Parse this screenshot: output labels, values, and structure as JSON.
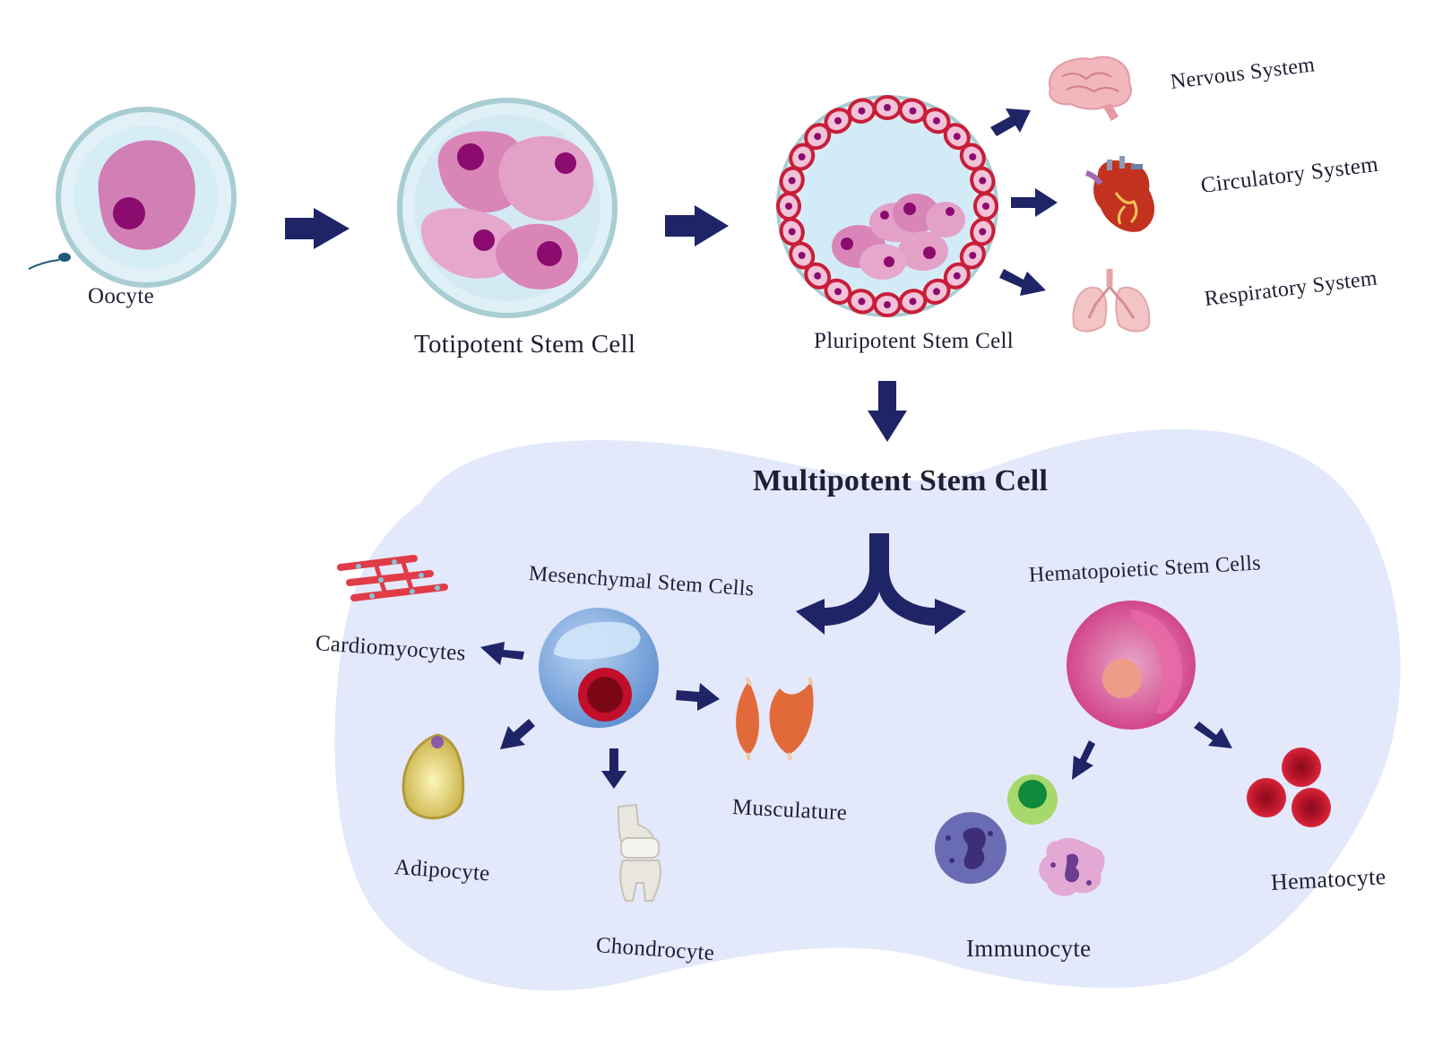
{
  "labels": {
    "oocyte": "Oocyte",
    "totipotent": "Totipotent Stem Cell",
    "pluripotent": "Pluripotent Stem Cell",
    "nervous": "Nervous System",
    "circulatory": "Circulatory System",
    "respiratory": "Respiratory System",
    "multipotent": "Multipotent Stem Cell",
    "mesenchymal": "Mesenchymal Stem Cells",
    "hematopoietic": "Hematopoietic Stem Cells",
    "cardiomyocytes": "Cardiomyocytes",
    "musculature": "Musculature",
    "adipocyte": "Adipocyte",
    "chondrocyte": "Chondrocyte",
    "immunocyte": "Immunocyte",
    "hematocyte": "Hematocyte"
  },
  "icons": [
    "oocyte-cell-icon",
    "sperm-icon",
    "totipotent-cell-icon",
    "pluripotent-blastocyst-icon",
    "brain-icon",
    "heart-icon",
    "lungs-icon",
    "mesenchymal-cell-icon",
    "hematopoietic-cell-icon",
    "cardiomyocyte-icon",
    "muscle-icon",
    "adipocyte-icon",
    "knee-joint-icon",
    "lymphocyte-icon",
    "monocyte-icon",
    "neutrophil-icon",
    "red-blood-cell-icon"
  ],
  "colors": {
    "arrow": "#1e2466",
    "background_blob": "#e3e8fb",
    "cell_membrane": "#a8cdd2",
    "cytoplasm_pink": "#d97fb3",
    "nucleus": "#8c0b6f",
    "blastocyst_red": "#c81e3a",
    "text": "#1f1f33"
  }
}
